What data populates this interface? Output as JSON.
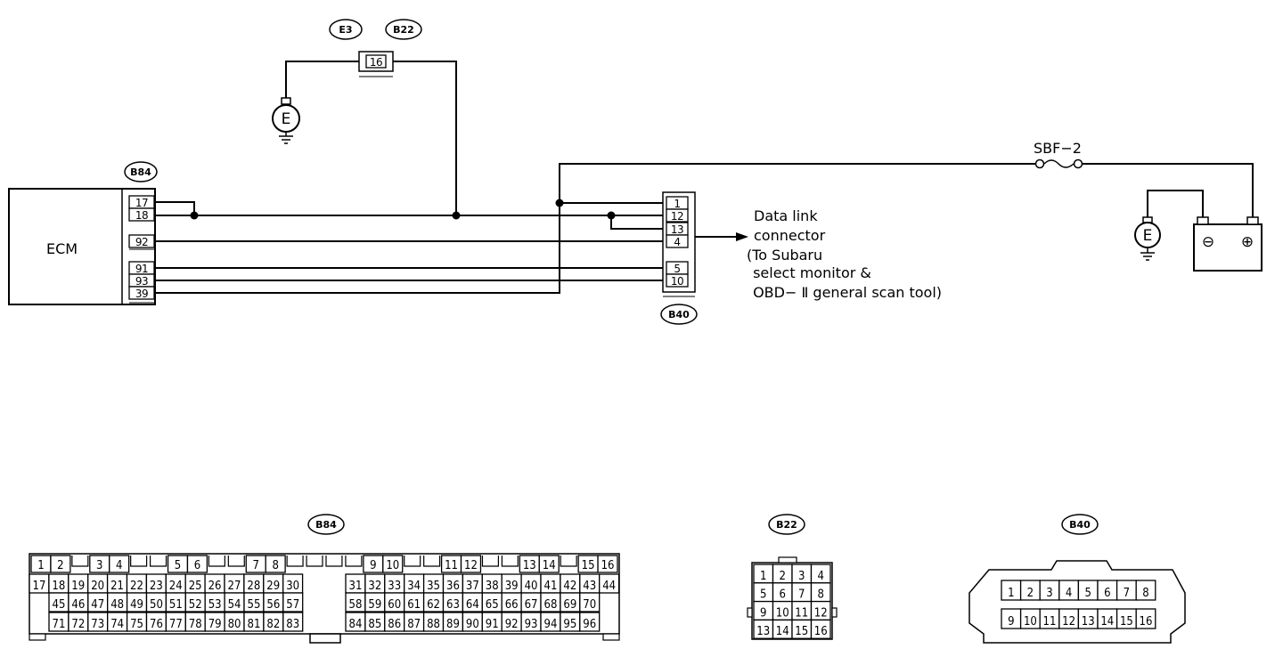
{
  "ecm": {
    "label": "ECM"
  },
  "connectors": {
    "ecm_conn": {
      "id": "B84",
      "pins": [
        "17",
        "18",
        "92",
        "91",
        "93",
        "39"
      ]
    },
    "e3": {
      "id": "E3"
    },
    "b22": {
      "id": "B22",
      "pin": "16"
    },
    "b40": {
      "id": "B40",
      "pins": [
        "1",
        "12",
        "13",
        "4",
        "5",
        "10"
      ]
    }
  },
  "ground": {
    "symbol": "E",
    "battery_ground": "E"
  },
  "fuse": {
    "label": "SBF−2"
  },
  "battery": {
    "neg": "⊖",
    "pos": "⊕"
  },
  "dlc_text": [
    "Data link",
    "connector",
    "(To Subaru",
    " select monitor &",
    " OBD− Ⅱ general scan tool)"
  ],
  "pinouts": {
    "b84": {
      "label": "B84",
      "row1": [
        "1",
        "2",
        "",
        "3",
        "4",
        "",
        "",
        "5",
        "6",
        "",
        "",
        "7",
        "8",
        "",
        "",
        "",
        "",
        "9",
        "10",
        "",
        "",
        "11",
        "12",
        "",
        "",
        "13",
        "14",
        "",
        "15",
        "16"
      ],
      "row2": [
        "17",
        "18",
        "19",
        "20",
        "21",
        "22",
        "23",
        "24",
        "25",
        "26",
        "27",
        "28",
        "29",
        "30",
        "31",
        "32",
        "33",
        "34",
        "35",
        "36",
        "37",
        "38",
        "39",
        "40",
        "41",
        "42",
        "43",
        "44"
      ],
      "row3": [
        "45",
        "46",
        "47",
        "48",
        "49",
        "50",
        "51",
        "52",
        "53",
        "54",
        "55",
        "56",
        "57",
        "58",
        "59",
        "60",
        "61",
        "62",
        "63",
        "64",
        "65",
        "66",
        "67",
        "68",
        "69",
        "70"
      ],
      "row4": [
        "71",
        "72",
        "73",
        "74",
        "75",
        "76",
        "77",
        "78",
        "79",
        "80",
        "81",
        "82",
        "83",
        "84",
        "85",
        "86",
        "87",
        "88",
        "89",
        "90",
        "91",
        "92",
        "93",
        "94",
        "95",
        "96"
      ]
    },
    "b22": {
      "label": "B22",
      "rows": [
        [
          "1",
          "2",
          "3",
          "4"
        ],
        [
          "5",
          "6",
          "7",
          "8"
        ],
        [
          "9",
          "10",
          "11",
          "12"
        ],
        [
          "13",
          "14",
          "15",
          "16"
        ]
      ]
    },
    "b40": {
      "label": "B40",
      "rows": [
        [
          "1",
          "2",
          "3",
          "4",
          "5",
          "6",
          "7",
          "8"
        ],
        [
          "9",
          "10",
          "11",
          "12",
          "13",
          "14",
          "15",
          "16"
        ]
      ]
    }
  }
}
